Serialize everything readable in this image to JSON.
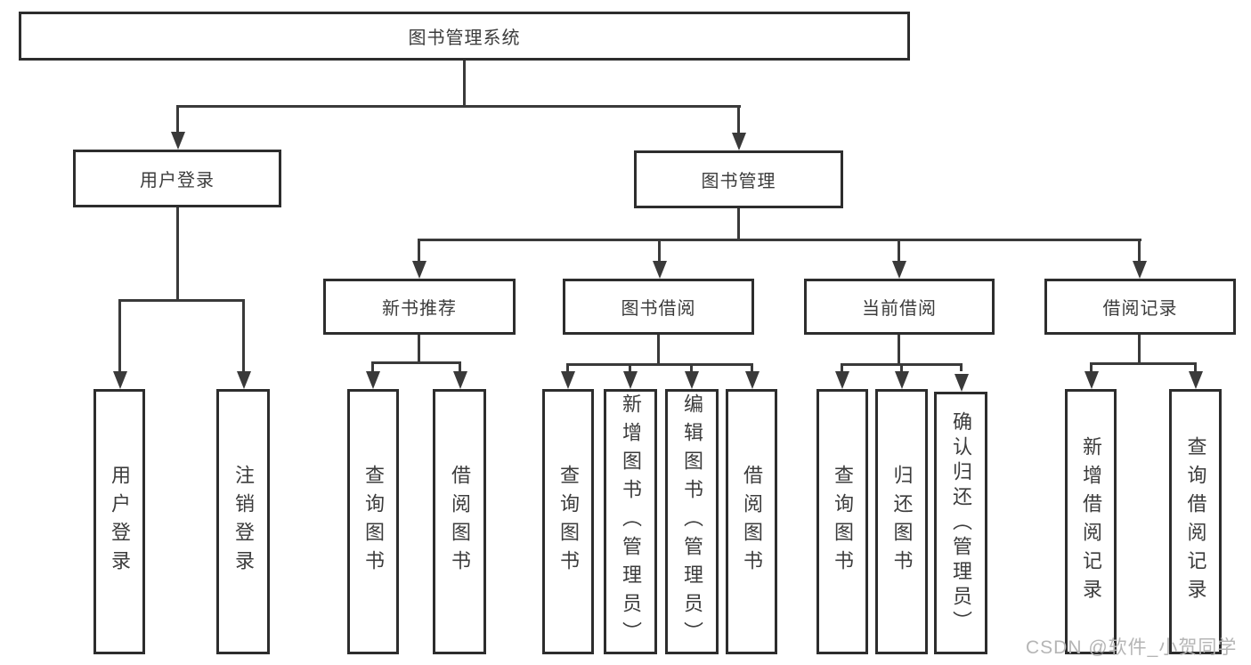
{
  "tree": {
    "title": "图书管理系统",
    "children": [
      {
        "label": "用户登录",
        "children": [
          {
            "label": "用户登录"
          },
          {
            "label": "注销登录"
          }
        ]
      },
      {
        "label": "图书管理",
        "children": [
          {
            "label": "新书推荐",
            "children": [
              {
                "label": "查询图书"
              },
              {
                "label": "借阅图书"
              }
            ]
          },
          {
            "label": "图书借阅",
            "children": [
              {
                "label": "查询图书"
              },
              {
                "label": "新增图书（管理员）"
              },
              {
                "label": "编辑图书（管理员）"
              },
              {
                "label": "借阅图书"
              }
            ]
          },
          {
            "label": "当前借阅",
            "children": [
              {
                "label": "查询图书"
              },
              {
                "label": "归还图书"
              },
              {
                "label": "确认归还（管理员）"
              }
            ]
          },
          {
            "label": "借阅记录",
            "children": [
              {
                "label": "新增借阅记录"
              },
              {
                "label": "查询借阅记录"
              }
            ]
          }
        ]
      }
    ]
  },
  "watermark": "CSDN @软件_小贺同学",
  "colors": {
    "line": "#3a3a3a",
    "box_border": "#2d2d2d",
    "text": "#3c3c3c",
    "watermark": "#b5b5b5",
    "background": "#ffffff"
  }
}
